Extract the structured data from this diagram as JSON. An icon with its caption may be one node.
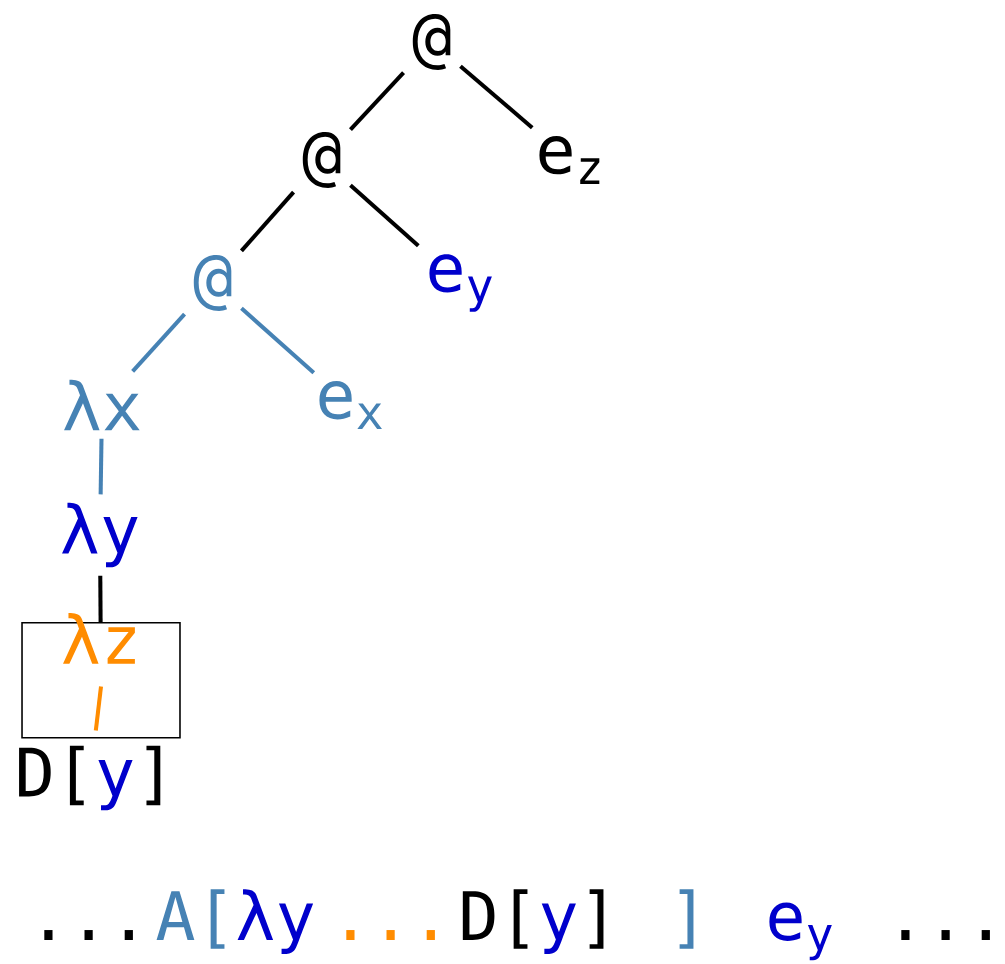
{
  "diagram": {
    "nodes": [
      {
        "text": [
          "@"
        ]
      },
      {
        "text": [
          "@"
        ]
      },
      {
        "text": [
          "e$_{z}$"
        ]
      },
      {
        "text": [
          "@"
        ]
      },
      {
        "text": [
          "e$_{y}$"
        ]
      },
      {
        "text": [
          "λx"
        ]
      },
      {
        "text": [
          "e$_{x}$"
        ]
      },
      {
        "text": [
          "λy"
        ]
      },
      {
        "text": [
          "λz"
        ]
      },
      {
        "text": [
          "D[",
          "y",
          "]"
        ]
      }
    ],
    "edges": [
      {
        "from": 0,
        "to": 1,
        "arrow": "none"
      },
      {
        "from": 0,
        "to": 2,
        "arrow": "none"
      },
      {
        "from": 1,
        "to": 3,
        "arrow": "none"
      },
      {
        "from": 1,
        "to": 4,
        "arrow": "none"
      },
      {
        "from": 3,
        "to": 5,
        "arrow": "none",
        "color": "#4682b4"
      },
      {
        "from": 3,
        "to": 6,
        "arrow": "none",
        "color": "#4682b4"
      },
      {
        "from": 5,
        "to": 7,
        "arrow": "none",
        "color": "#4682b4"
      },
      {
        "from": 7,
        "to": 8,
        "arrow": "none"
      },
      {
        "from": 8,
        "to": 9,
        "arrow": "none",
        "color": "#ff8c00"
      }
    ],
    "labels": [
      "...",
      "A[",
      "λy",
      "...",
      "D[",
      "y",
      "]",
      "]",
      "e$_{y}$",
      "..."
    ]
  }
}
